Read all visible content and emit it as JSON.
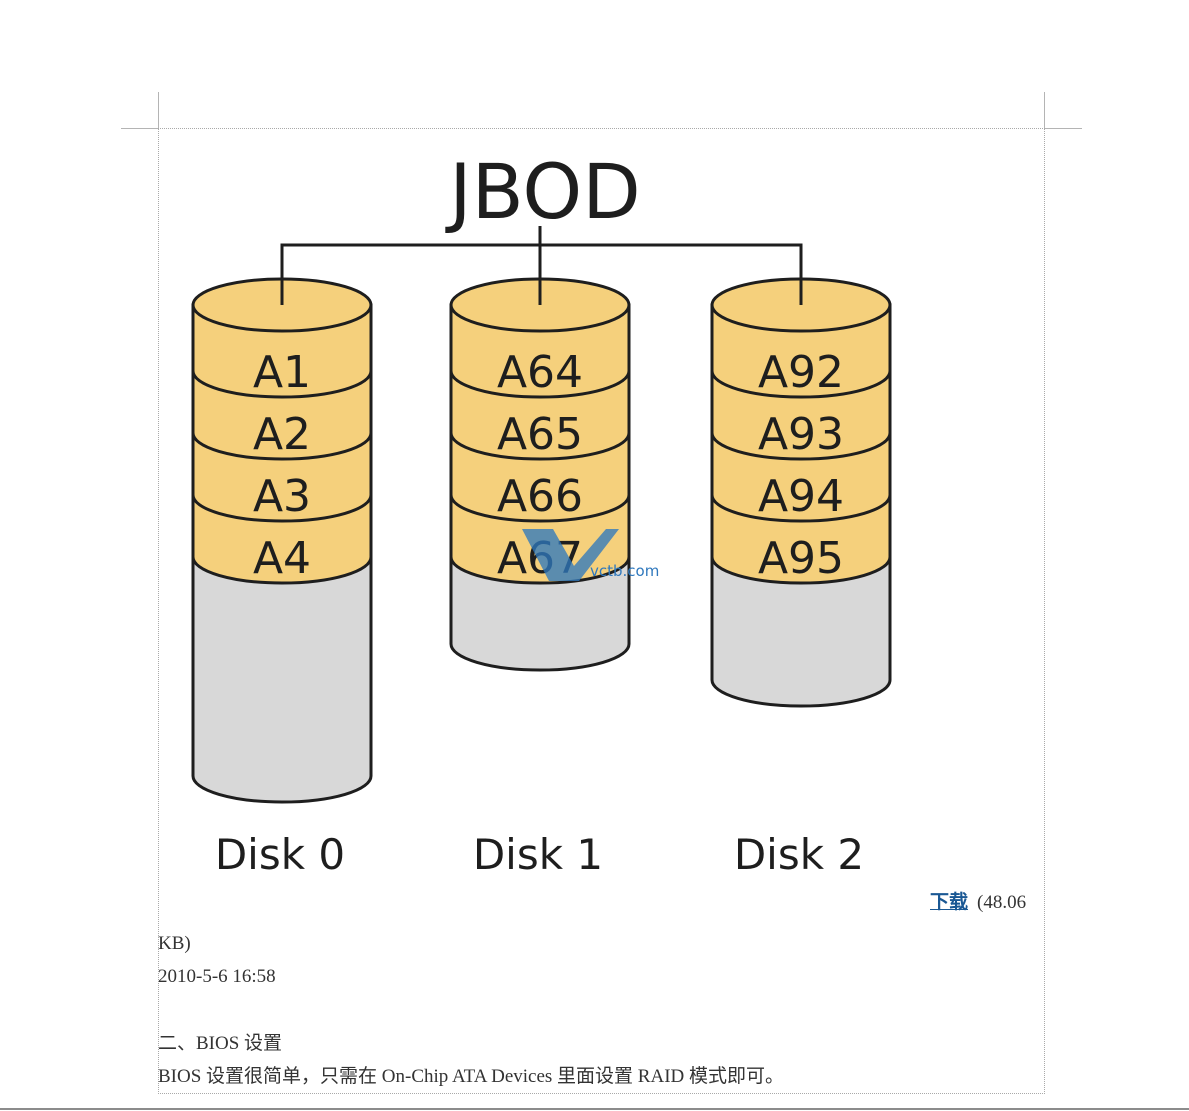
{
  "diagram": {
    "title": "JBOD",
    "disks": [
      {
        "label": "Disk 0",
        "blocks": [
          "A1",
          "A2",
          "A3",
          "A4"
        ]
      },
      {
        "label": "Disk 1",
        "blocks": [
          "A64",
          "A65",
          "A66",
          "A67"
        ]
      },
      {
        "label": "Disk 2",
        "blocks": [
          "A92",
          "A93",
          "A94",
          "A95"
        ]
      }
    ],
    "colors": {
      "block": "#f5d07c",
      "free": "#d8d8d8",
      "stroke": "#1e1e1e"
    }
  },
  "watermark": {
    "text": "vctb.com",
    "color": "#2f78bd"
  },
  "attachment": {
    "link_label": "下载",
    "size_start": "(48.06",
    "size_end": "KB)"
  },
  "timestamp": "2010-5-6 16:58",
  "section": {
    "heading": "二、BIOS 设置",
    "body": "BIOS 设置很简单，只需在 On-Chip ATA Devices 里面设置 RAID 模式即可。"
  },
  "colors": {
    "text": "#333333",
    "link": "#1a5894"
  }
}
